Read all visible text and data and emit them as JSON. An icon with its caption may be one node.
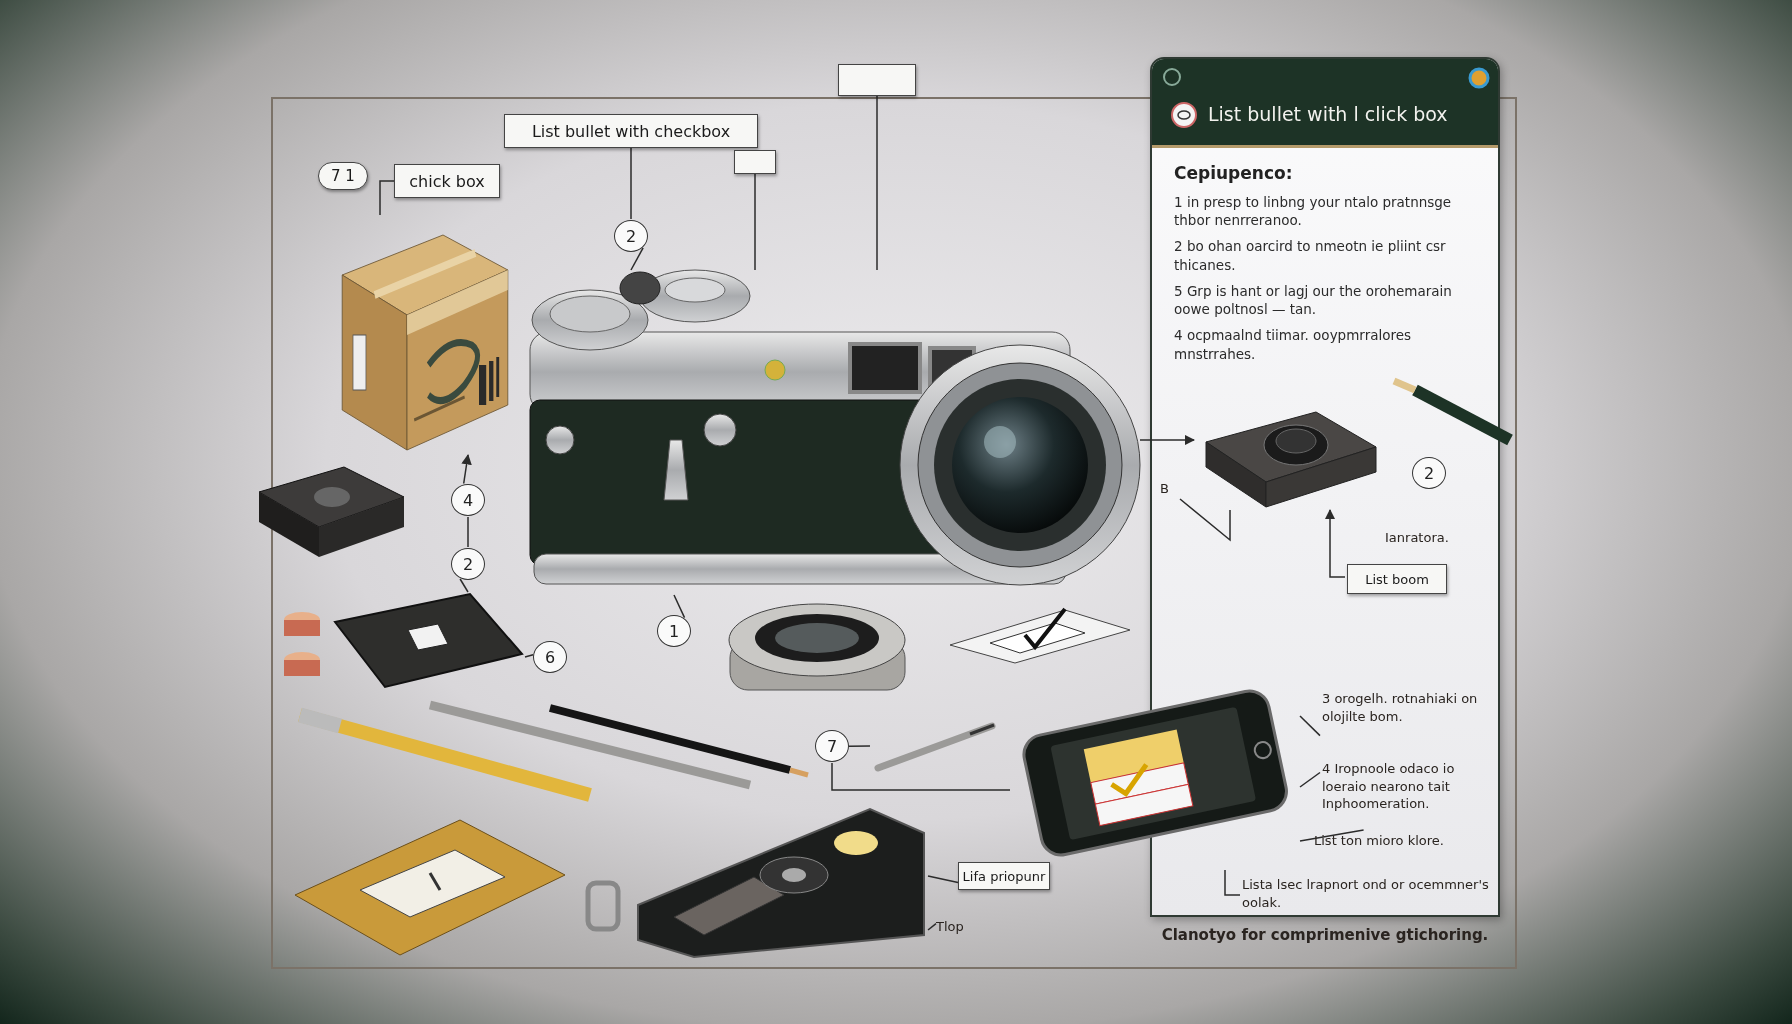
{
  "diagram": {
    "nodes": [
      {
        "text": [
          "7 1"
        ]
      },
      {
        "text": [
          "chick box"
        ]
      },
      {
        "text": [
          "List bullet with checkbox"
        ]
      },
      {
        "text": [],
        "shape": "box"
      },
      {
        "text": [],
        "shape": "box"
      },
      {
        "text": [
          "2"
        ]
      },
      {
        "text": [],
        "shape": "picture"
      },
      {
        "text": [],
        "shape": "picture"
      },
      {
        "text": [
          "List bullet with l click box",
          "Cepiupenco:",
          "1 in presp to linbng your ntalo pratnnsge thbor nenrreranoo.",
          "2 bo ohan oarcird to nmeotn ie pliint csr thicanes.",
          "5 Grp is hant or lagj our the orohemarain oowe poltnosl — tan.",
          "4 ocpmaalnd tiimar. ooypmrralores mnstrrahes."
        ]
      },
      {
        "text": [
          "4"
        ]
      },
      {
        "text": [
          "2"
        ]
      },
      {
        "text": [],
        "shape": "picture"
      },
      {
        "text": [
          "1"
        ]
      },
      {
        "text": [],
        "shape": "picture",
        "in": 8
      },
      {
        "text": [
          "2"
        ],
        "in": 8
      },
      {
        "text": [
          "B"
        ],
        "in": 8
      },
      {
        "text": [
          "List boom"
        ],
        "in": 8
      },
      {
        "text": [
          "6"
        ]
      },
      {
        "text": [],
        "shape": "picture"
      },
      {
        "text": [],
        "shape": "picture"
      },
      {
        "text": [
          "3 orogelh. rotnahiaki on olojilte bom."
        ],
        "in": 8
      },
      {
        "text": [
          "7"
        ]
      },
      {
        "text": [
          "4 Iropnoole odaco io loeraio nearono tait Inphoomeration."
        ],
        "in": 8
      },
      {
        "text": [
          "List ton mioro klore."
        ],
        "in": 8
      },
      {
        "text": [],
        "shape": "picture"
      },
      {
        "text": [
          "Lista lsec lrapnort ond or ocemmner's oolak."
        ],
        "in": 8
      },
      {
        "text": [
          "Lifa priopunr"
        ]
      },
      {
        "text": [
          "Tlop"
        ]
      }
    ],
    "edges": [
      {
        "from": 1,
        "to": 6,
        "arrow": "none"
      },
      {
        "from": 2,
        "to": 5,
        "arrow": "none"
      },
      {
        "from": 5,
        "to": 7,
        "arrow": "none"
      },
      {
        "from": 3,
        "to": 7,
        "arrow": "none"
      },
      {
        "from": 4,
        "to": 7,
        "arrow": "none"
      },
      {
        "from": 9,
        "to": 6,
        "arrow": "to"
      },
      {
        "from": 9,
        "to": 10,
        "arrow": "none"
      },
      {
        "from": 10,
        "to": 11,
        "arrow": "none"
      },
      {
        "from": 17,
        "to": 11,
        "arrow": "none"
      },
      {
        "from": 12,
        "to": 7,
        "arrow": "none"
      },
      {
        "from": 7,
        "to": 13,
        "arrow": "to"
      },
      {
        "from": 15,
        "to": 13,
        "arrow": "none"
      },
      {
        "from": 16,
        "to": 13,
        "arrow": "to"
      },
      {
        "from": 21,
        "to": 18,
        "arrow": "none"
      },
      {
        "from": 21,
        "to": 19,
        "arrow": "none"
      },
      {
        "from": 20,
        "to": 19,
        "arrow": "none"
      },
      {
        "from": 22,
        "to": 19,
        "arrow": "none"
      },
      {
        "from": 23,
        "to": 19,
        "arrow": "none"
      },
      {
        "from": 25,
        "to": 19,
        "arrow": "none"
      },
      {
        "from": 26,
        "to": 24,
        "arrow": "none"
      },
      {
        "from": 27,
        "to": 24,
        "arrow": "none"
      }
    ],
    "labels": [
      "Ianratora.",
      "Clanotyo for comprimenive gtichoring."
    ]
  }
}
